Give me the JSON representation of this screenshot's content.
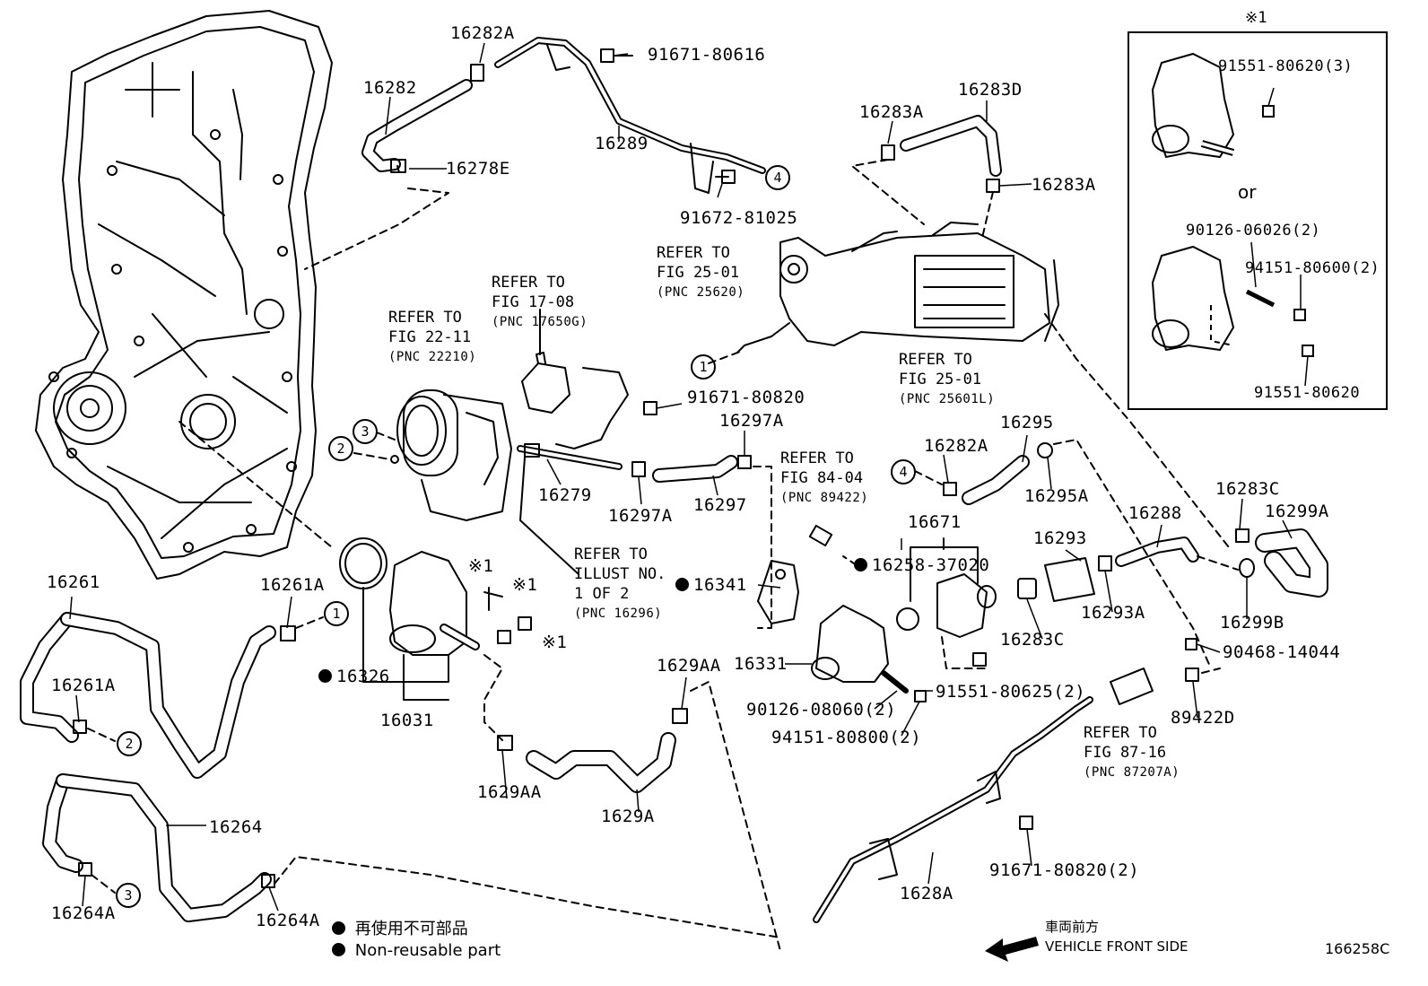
{
  "labels": {
    "p16282A": "16282A",
    "p16282": "16282",
    "p91671_80616": "91671-80616",
    "p16289": "16289",
    "p16278E": "16278E",
    "p91672_81025": "91672-81025",
    "p16283A_top": "16283A",
    "p16283D": "16283D",
    "p16283A_right": "16283A",
    "p91671_80820": "91671-80820",
    "p16297A_top": "16297A",
    "p16279": "16279",
    "p16297A_bottom": "16297A",
    "p16297": "16297",
    "p16282A_mid": "16282A",
    "p16295": "16295",
    "p16295A": "16295A",
    "p16671": "16671",
    "p16258_37020": "16258-37020",
    "p16293": "16293",
    "p16288": "16288",
    "p16283C_top": "16283C",
    "p16299A": "16299A",
    "p16341": "16341",
    "p16283C_bottom": "16283C",
    "p16293A": "16293A",
    "p16299B": "16299B",
    "p90468_14044": "90468-14044",
    "p16261": "16261",
    "p16261A_top": "16261A",
    "p16261A_bottom": "16261A",
    "p16326": "16326",
    "p16031": "16031",
    "p16331": "16331",
    "p90126_08060": "90126-08060(2)",
    "p91551_80625": "91551-80625(2)",
    "p94151_80800": "94151-80800(2)",
    "p89422D": "89422D",
    "p1629AA_top": "1629AA",
    "p1629AA_bottom": "1629AA",
    "p1629A": "1629A",
    "p16264": "16264",
    "p16264A_left": "16264A",
    "p16264A_right": "16264A",
    "p91671_80820_2": "91671-80820(2)",
    "p1628A": "1628A",
    "kome1_a": "※1",
    "kome1_b": "※1",
    "kome1_c": "※1",
    "n1": "1",
    "n2": "2",
    "n3": "3",
    "n4": "4"
  },
  "refs": {
    "fig2501_top": {
      "l1": "REFER TO",
      "l2": "FIG 25-01",
      "l3": "(PNC 25620)"
    },
    "fig2501_bottom": {
      "l1": "REFER TO",
      "l2": "FIG 25-01",
      "l3": "(PNC 25601L)"
    },
    "fig1708": {
      "l1": "REFER TO",
      "l2": "FIG 17-08",
      "l3": "(PNC 17650G)"
    },
    "fig2211": {
      "l1": "REFER TO",
      "l2": "FIG 22-11",
      "l3": "(PNC 22210)"
    },
    "fig8404": {
      "l1": "REFER TO",
      "l2": "FIG 84-04",
      "l3": "(PNC 89422)"
    },
    "illust": {
      "l1": "REFER TO",
      "l2": "ILLUST NO.",
      "l3": "1 OF 2",
      "l4": "(PNC 16296)"
    },
    "fig8716": {
      "l1": "REFER TO",
      "l2": "FIG 87-16",
      "l3": "(PNC 87207A)"
    }
  },
  "inset": {
    "mark": "※1",
    "top_part": "91551-80620(3)",
    "or": "or",
    "stud": "90126-06026(2)",
    "nut": "94151-80600(2)",
    "bolt": "91551-80620"
  },
  "legend": {
    "jp": "再使用不可部品",
    "en": "Non-reusable part"
  },
  "vehicle_front": {
    "jp": "車両前方",
    "en": "VEHICLE FRONT SIDE"
  },
  "diagram_code": "166258C",
  "colors": {
    "ink": "#000000",
    "paper": "#ffffff"
  }
}
